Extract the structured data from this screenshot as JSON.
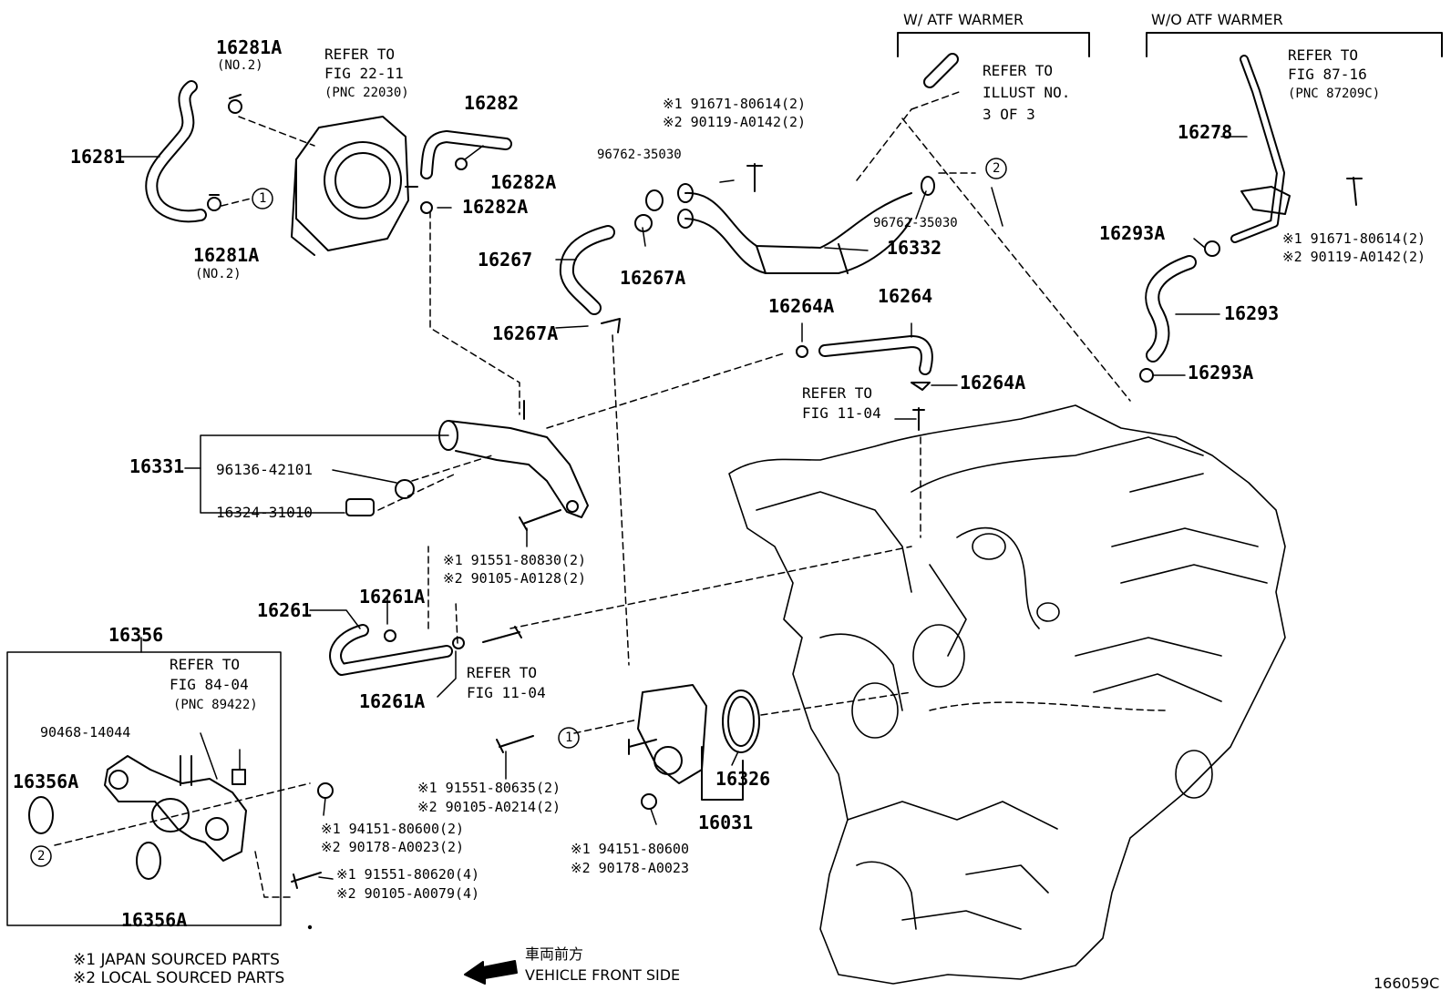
{
  "headers": {
    "with_atf": "W/ ATF WARMER",
    "without_atf": "W/O ATF WARMER"
  },
  "refs": {
    "fig_22_11": [
      "REFER TO",
      "FIG 22-11",
      "(PNC 22030)"
    ],
    "illust_3": [
      "REFER TO",
      "ILLUST NO.",
      "3 OF 3"
    ],
    "fig_87_16": [
      "REFER TO",
      "FIG 87-16",
      "(PNC 87209C)"
    ],
    "fig_11_04_a": [
      "REFER TO",
      "FIG 11-04"
    ],
    "fig_11_04_b": [
      "REFER TO",
      "FIG 11-04"
    ],
    "fig_84_04": [
      "REFER TO",
      "FIG 84-04",
      "(PNC 89422)"
    ]
  },
  "parts": {
    "p16281A_top": "16281A",
    "p16281A_top_sub": "(NO.2)",
    "p16281": "16281",
    "p16281A_bot": "16281A",
    "p16281A_bot_sub": "(NO.2)",
    "p16282": "16282",
    "p16282A_a": "16282A",
    "p16282A_b": "16282A",
    "p96762_a": "96762-35030",
    "p96762_b": "96762-35030",
    "p16267": "16267",
    "p16267A_a": "16267A",
    "p16267A_b": "16267A",
    "p16332": "16332",
    "p16264A_a": "16264A",
    "p16264": "16264",
    "p16264A_b": "16264A",
    "p16278": "16278",
    "p16293A_a": "16293A",
    "p16293": "16293",
    "p16293A_b": "16293A",
    "p16331": "16331",
    "p96136": "96136-42101",
    "p16324": "16324-31010",
    "p16261": "16261",
    "p16261A_a": "16261A",
    "p16261A_b": "16261A",
    "p16356": "16356",
    "p90468": "90468-14044",
    "p16356A_a": "16356A",
    "p16356A_b": "16356A",
    "p16326": "16326",
    "p16031": "16031"
  },
  "notes": {
    "bolt_top_1": "※1 91671-80614(2)",
    "bolt_top_2": "※2 90119-A0142(2)",
    "bolt_right_1": "※1 91671-80614(2)",
    "bolt_right_2": "※2 90119-A0142(2)",
    "bolt_mid_1": "※1 91551-80830(2)",
    "bolt_mid_2": "※2 90105-A0128(2)",
    "bolt_low_1": "※1 91551-80635(2)",
    "bolt_low_2": "※2 90105-A0214(2)",
    "nut_1": "※1 94151-80600",
    "nut_2": "※2 90178-A0023",
    "nut_box_1": "※1 94151-80600(2)",
    "nut_box_2": "※2 90178-A0023(2)",
    "bolt_box_1": "※1 91551-80620(4)",
    "bolt_box_2": "※2 90105-A0079(4)"
  },
  "callouts": {
    "c1": "1",
    "c2": "2"
  },
  "legend": {
    "japan": "※1 JAPAN SOURCED PARTS",
    "local": "※2 LOCAL SOURCED PARTS"
  },
  "direction": {
    "jp": "車両前方",
    "en": "VEHICLE FRONT SIDE"
  },
  "figure_code": "166059C"
}
